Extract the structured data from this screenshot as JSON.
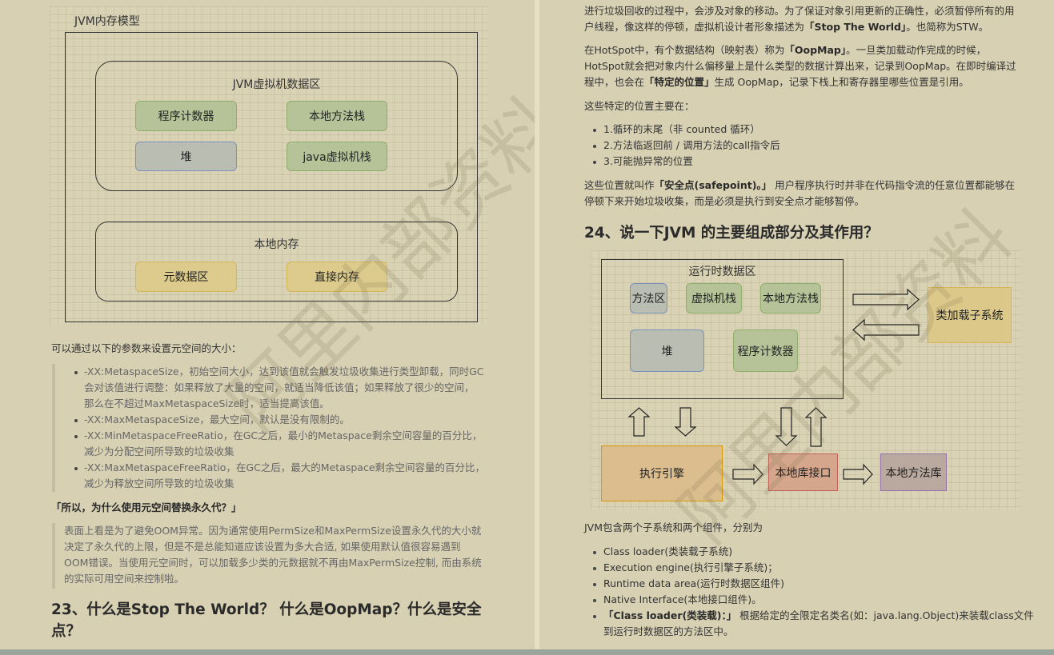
{
  "watermark": "阿里内部资料",
  "page1": {
    "diagram": {
      "title": "JVM内存模型",
      "data_area": {
        "title": "JVM虚拟机数据区",
        "items": [
          "程序计数器",
          "本地方法栈",
          "堆",
          "java虚拟机栈"
        ]
      },
      "native_memory": {
        "title": "本地内存",
        "items": [
          "元数据区",
          "直接内存"
        ]
      }
    },
    "intro": "可以通过以下的参数来设置元空间的大小：",
    "params": [
      [
        "-XX:MetaspaceSize，初始空间大小，达到该值就会触发垃圾收集进行类型卸载，同时GC",
        "会对该值进行调整：如果释放了大量的空间，就适当降低该值；如果释放了很少的空间，",
        "那么在不超过MaxMetaspaceSize时，适当提高该值。"
      ],
      [
        "-XX:MaxMetaspaceSize，最大空间，默认是没有限制的。"
      ],
      [
        "-XX:MinMetaspaceFreeRatio，在GC之后，最小的Metaspace剩余空间容量的百分比，",
        "减少为分配空间所导致的垃圾收集"
      ],
      [
        "-XX:MaxMetaspaceFreeRatio，在GC之后，最大的Metaspace剩余空间容量的百分比，",
        "减少为释放空间所导致的垃圾收集"
      ]
    ],
    "why_title": "「所以，为什么使用元空间替换永久代？」",
    "why_body": [
      "表面上看是为了避免OOM异常。因为通常使用PermSize和MaxPermSize设置永久代的大小就",
      "决定了永久代的上限，但是不是总能知道应该设置为多大合适, 如果使用默认值很容易遇到",
      "OOM错误。当使用元空间时，可以加载多少类的元数据就不再由MaxPermSize控制, 而由系统",
      "的实际可用空间来控制啦。"
    ],
    "heading23": [
      "23、什么是Stop The World？ 什么是OopMap？什么是安全",
      "点？"
    ]
  },
  "page2": {
    "p1": {
      "l1": "进行垃圾回收的过程中，会涉及对象的移动。为了保证对象引用更新的正确性，必须暂停所有的用",
      "l2a": "户线程，像这样的停顿，虚拟机设计者形象描述为",
      "l2b": "「Stop The World」",
      "l2c": "。也简称为STW。"
    },
    "p2": {
      "l1a": "在HotSpot中，有个数据结构（映射表）称为",
      "l1b": "「OopMap」",
      "l1c": "。一旦类加载动作完成的时候，",
      "l2": "HotSpot就会把对象内什么偏移量上是什么类型的数据计算出来，记录到OopMap。在即时编译过",
      "l3a": "程中，也会在",
      "l3b": "「特定的位置」",
      "l3c": "生成 OopMap，记录下栈上和寄存器里哪些位置是引用。"
    },
    "p3": "这些特定的位置主要在：",
    "positions": [
      "1.循环的末尾（非 counted 循环）",
      "2.方法临返回前 / 调用方法的call指令后",
      "3.可能抛异常的位置"
    ],
    "p4": {
      "l1a": "这些位置就叫作",
      "l1b": "「安全点(safepoint)。」",
      "l1c": " 用户程序执行时并非在代码指令流的任意位置都能够在",
      "l2": "停顿下来开始垃圾收集，而是必须是执行到安全点才能够暂停。"
    },
    "heading24": "24、说一下JVM 的主要组成部分及其作用？",
    "diagram": {
      "runtime_title": "运行时数据区",
      "method_area": "方法区",
      "vm_stack": "虚拟机栈",
      "native_stack": "本地方法栈",
      "heap": "堆",
      "pc": "程序计数器",
      "class_loader": "类加载子系统",
      "exec_engine": "执行引擎",
      "native_interface": "本地库接口",
      "native_lib": "本地方法库"
    },
    "p5": "JVM包含两个子系统和两个组件，分别为",
    "components": [
      "Class loader(类装载子系统)",
      "Execution engine(执行引擎子系统)；",
      "Runtime data area(运行时数据区组件)",
      "Native Interface(本地接口组件)。"
    ],
    "last": {
      "bold": "「Class loader(类装载)：」",
      "l1": " 根据给定的全限定名类名(如：java.lang.Object)来装载class文件",
      "l2": "到运行时数据区的方法区中。"
    }
  }
}
